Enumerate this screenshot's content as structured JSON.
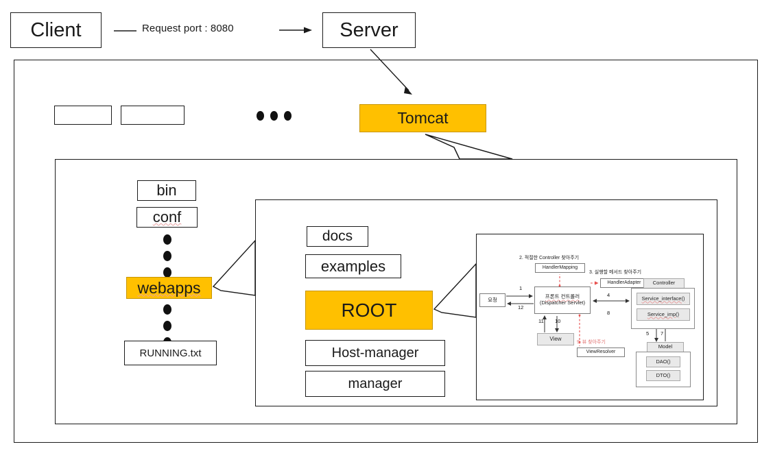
{
  "top": {
    "client_label": "Client",
    "request_label": "Request port : 8080",
    "server_label": "Server"
  },
  "server_frame": {
    "empty_box_1": "",
    "empty_box_2": "",
    "ellipsis": "•••",
    "tomcat_label": "Tomcat"
  },
  "tomcat_dirs": {
    "bin": "bin",
    "conf": "conf",
    "webapps": "webapps",
    "running": "RUNNING.txt"
  },
  "webapps_dirs": {
    "docs": "docs",
    "examples": "examples",
    "root": "ROOT",
    "host_manager": "Host-manager",
    "manager": "manager"
  },
  "mvc": {
    "request": "요청",
    "front_controller_line1": "프론트 컨트롤러",
    "front_controller_line2": "(Dispatcher Servlet)",
    "handler_mapping": "HandlerMapping",
    "handler_adapter": "HandlerAdapter",
    "view": "View",
    "view_resolver": "ViewResolver",
    "controller": "Controller",
    "service_interface": "Service_interface()",
    "service_imp": "Service_imp()",
    "model": "Model",
    "dao": "DAO()",
    "dto": "DTO()",
    "note_2": "2. 적절한 Controller 찾아주기",
    "note_3": "3. 실행할 메서드 찾아주기",
    "note_9": "9. 뷰 찾아주기",
    "num_1": "1",
    "num_4": "4",
    "num_5": "5",
    "num_7": "7",
    "num_8": "8",
    "num_10": "10",
    "num_11": "11",
    "num_12": "12"
  },
  "colors": {
    "accent": "#FFC000",
    "accent_border": "#C79500",
    "line": "#1A1A1A",
    "red_arrow": "#E8504E",
    "grey_fill": "#E9E9E9"
  }
}
